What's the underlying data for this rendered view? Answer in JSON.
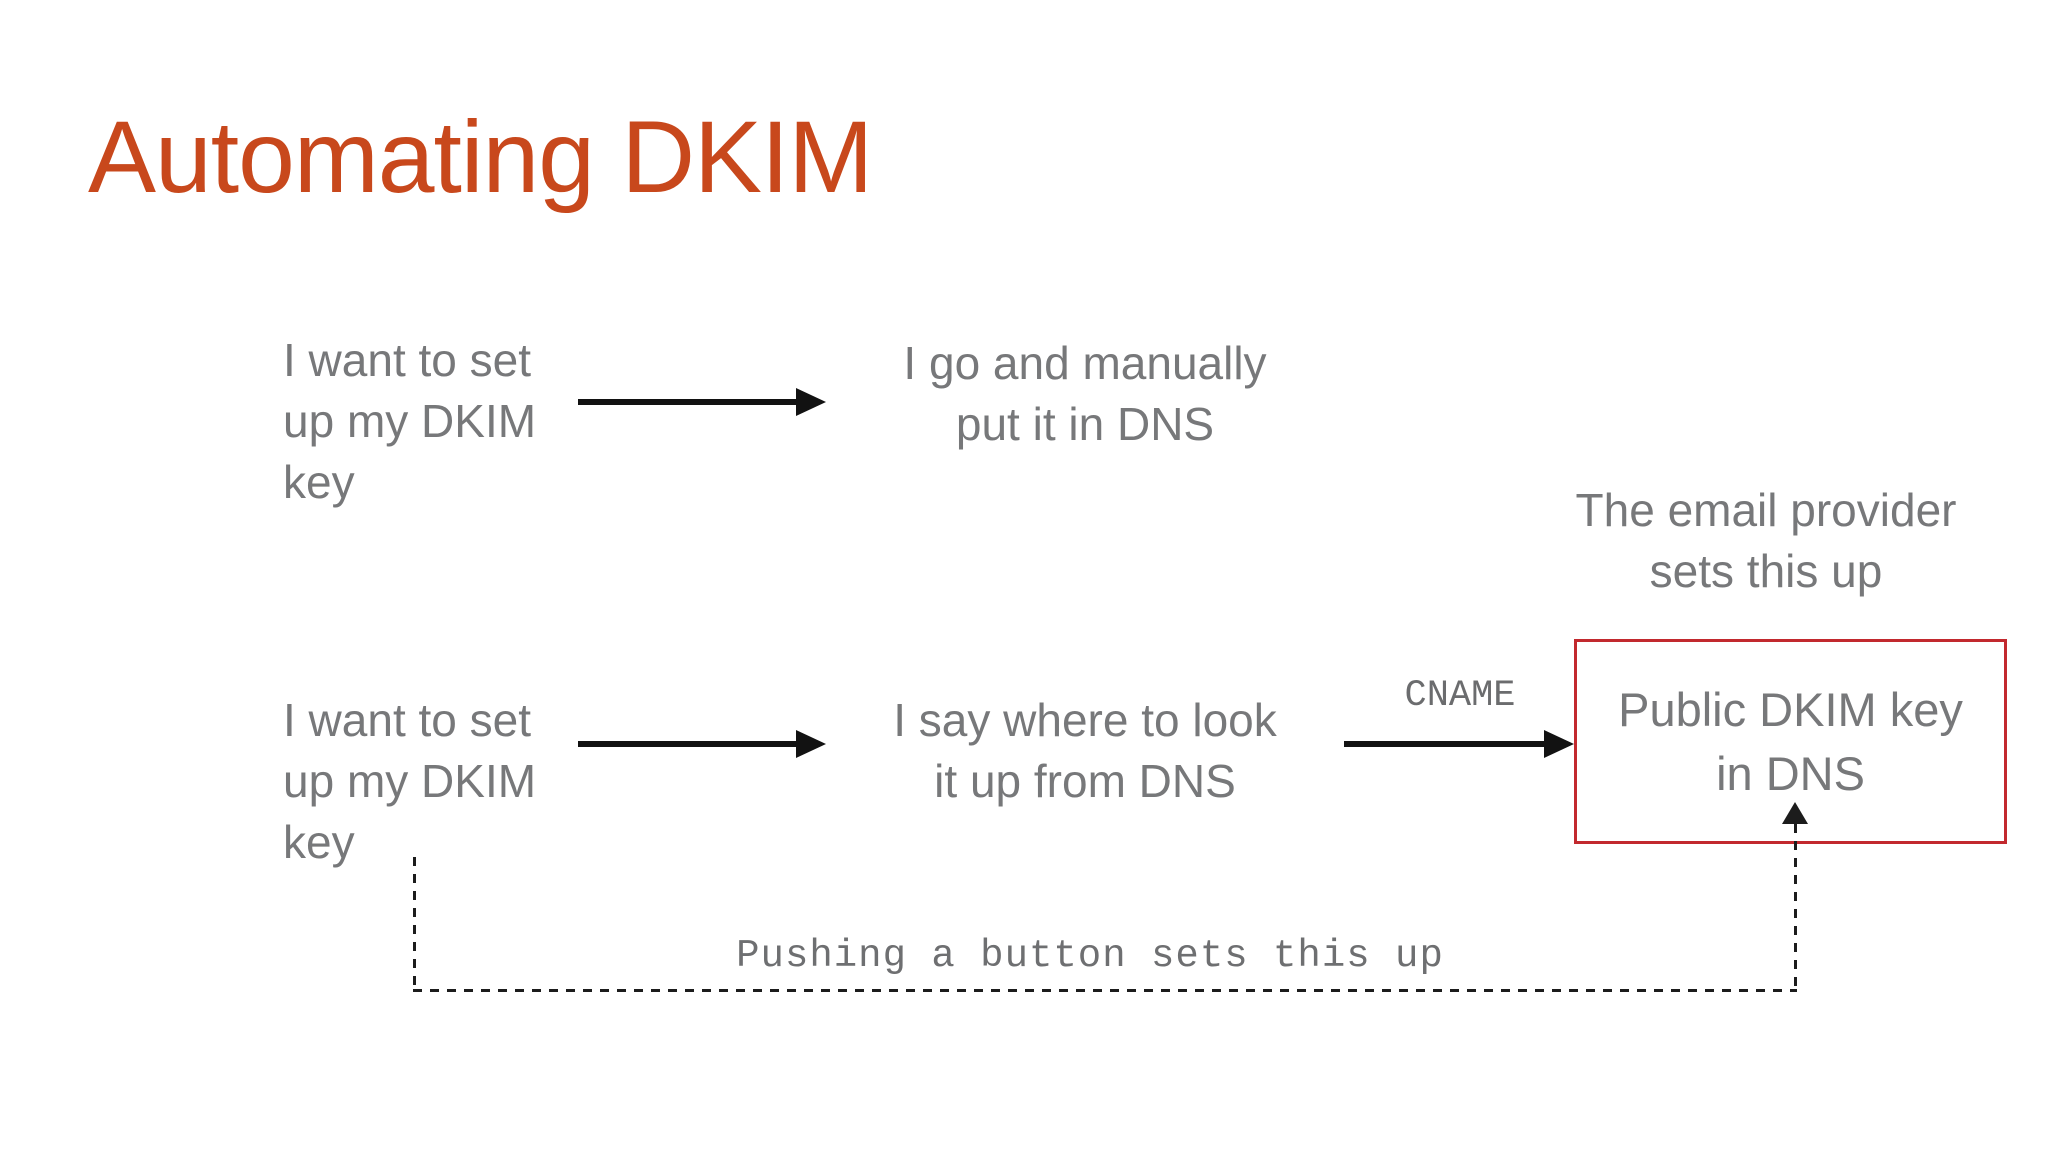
{
  "slide": {
    "title": "Automating DKIM",
    "colors": {
      "title_accent": "#C8481C",
      "body_gray": "#77787A",
      "result_box_border": "#C2292E",
      "arrow_black": "#121212"
    },
    "icons": {
      "flow_arrow": "arrow-right",
      "automation_arrowhead": "arrow-up"
    },
    "manual_flow": {
      "actor": "I want to set\nup my DKIM\nkey",
      "action": "I go and manually\nput it in DNS"
    },
    "automated_flow": {
      "actor": "I want to set\nup my DKIM\nkey",
      "action": "I say where to look\nit up from DNS",
      "arrow_label": "CNAME",
      "result_box": "Public DKIM key\nin DNS",
      "result_caption": "The email provider\nsets this up",
      "automation_note": "Pushing a button sets this up"
    }
  }
}
